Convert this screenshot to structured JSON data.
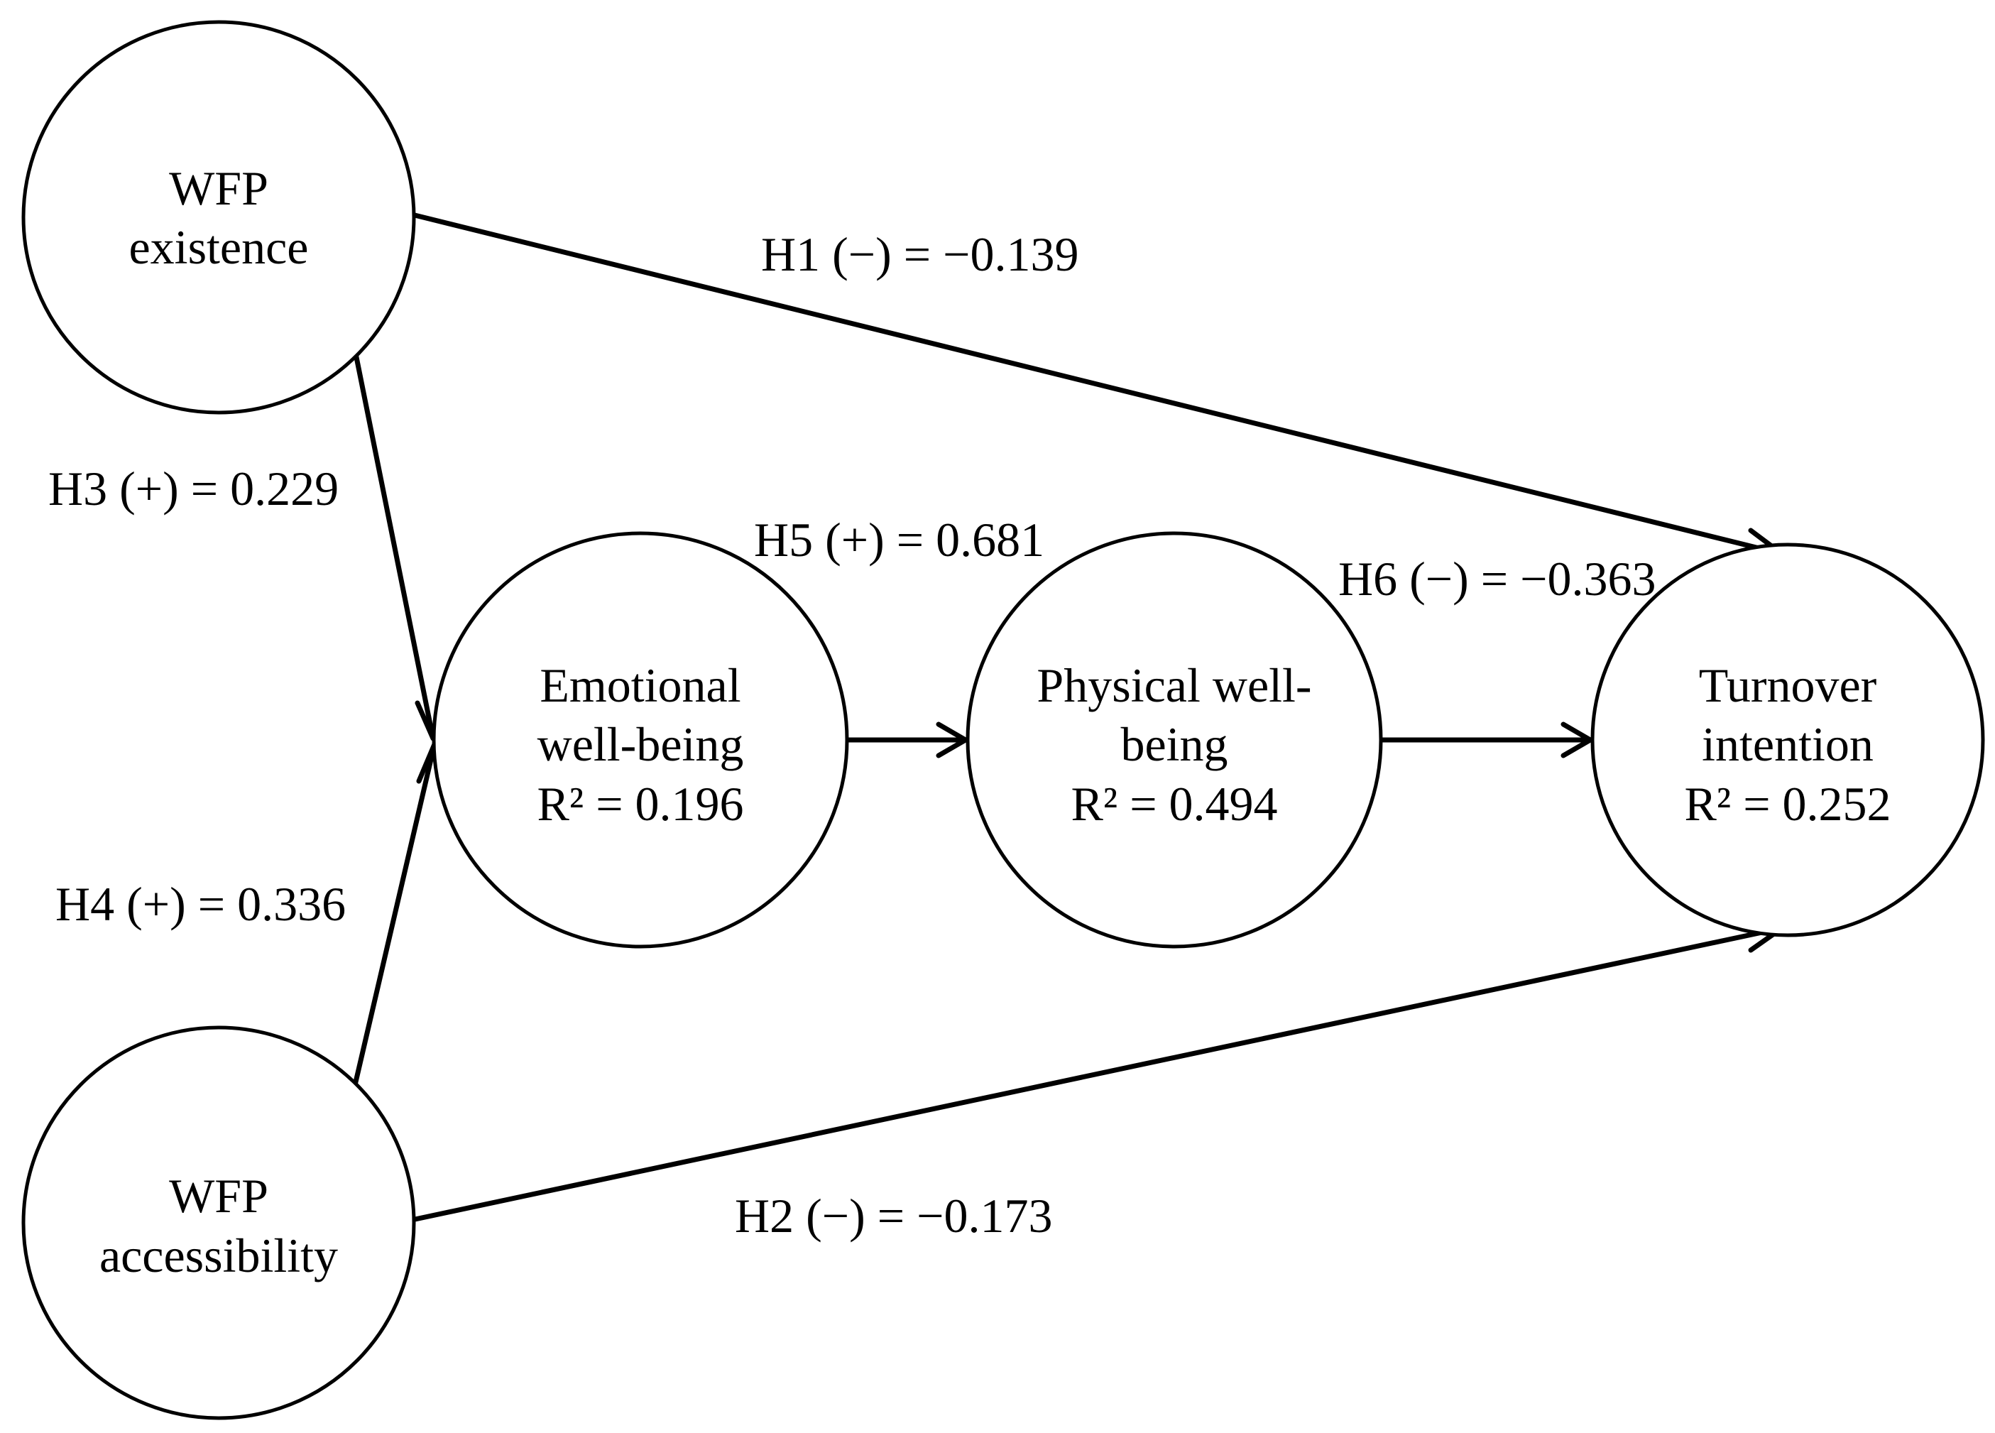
{
  "nodes": {
    "wfp_existence": {
      "line1": "WFP",
      "line2": "existence"
    },
    "wfp_accessibility": {
      "line1": "WFP",
      "line2": "accessibility"
    },
    "emotional_wellbeing": {
      "line1": "Emotional",
      "line2": "well-being",
      "line3": "R² = 0.196"
    },
    "physical_wellbeing": {
      "line1": "Physical well-",
      "line2": "being",
      "line3": "R² = 0.494"
    },
    "turnover_intention": {
      "line1": "Turnover",
      "line2": "intention",
      "line3": "R² = 0.252"
    }
  },
  "paths": {
    "h1": "H1 (−) = −0.139",
    "h2": "H2 (−) = −0.173",
    "h3": "H3 (+) = 0.229",
    "h4": "H4 (+) = 0.336",
    "h5": "H5 (+) = 0.681",
    "h6": "H6 (−) = −0.363"
  }
}
